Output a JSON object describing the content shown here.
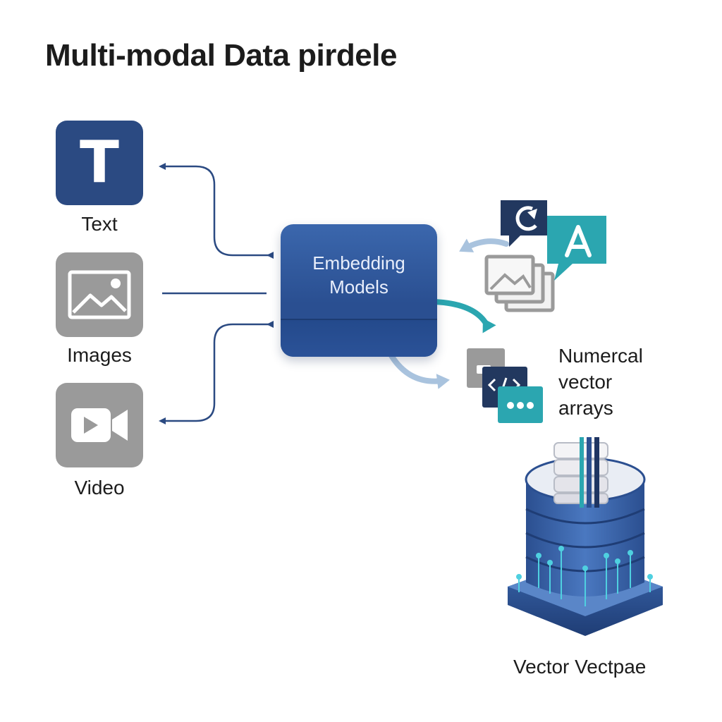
{
  "title": "Multi-modal Data pirdele",
  "inputs": {
    "text": {
      "label": "Text",
      "glyph": "T"
    },
    "images": {
      "label": "Images"
    },
    "video": {
      "label": "Video"
    }
  },
  "embedding": {
    "line1": "Embedding",
    "line2": "Models"
  },
  "vectors": {
    "line1": "Numercal",
    "line2": "vector",
    "line3": "arrays"
  },
  "database": {
    "label": "Vector Vectpae"
  },
  "icons": {
    "text_tile": "text-letter-icon",
    "images_tile": "image-icon",
    "video_tile": "video-camera-icon",
    "refresh_bubble": "refresh-icon",
    "letter_bubble": "letter-a-icon",
    "stacked_images": "image-stack-icon",
    "code_card": "code-icon",
    "dots_card": "more-dots-icon",
    "database": "database-icon"
  },
  "colors": {
    "navy": "#2b4a82",
    "gray": "#9a9a9a",
    "teal": "#2ba6b0",
    "light_blue": "#a9c3de",
    "dark_navy": "#1f3562"
  }
}
